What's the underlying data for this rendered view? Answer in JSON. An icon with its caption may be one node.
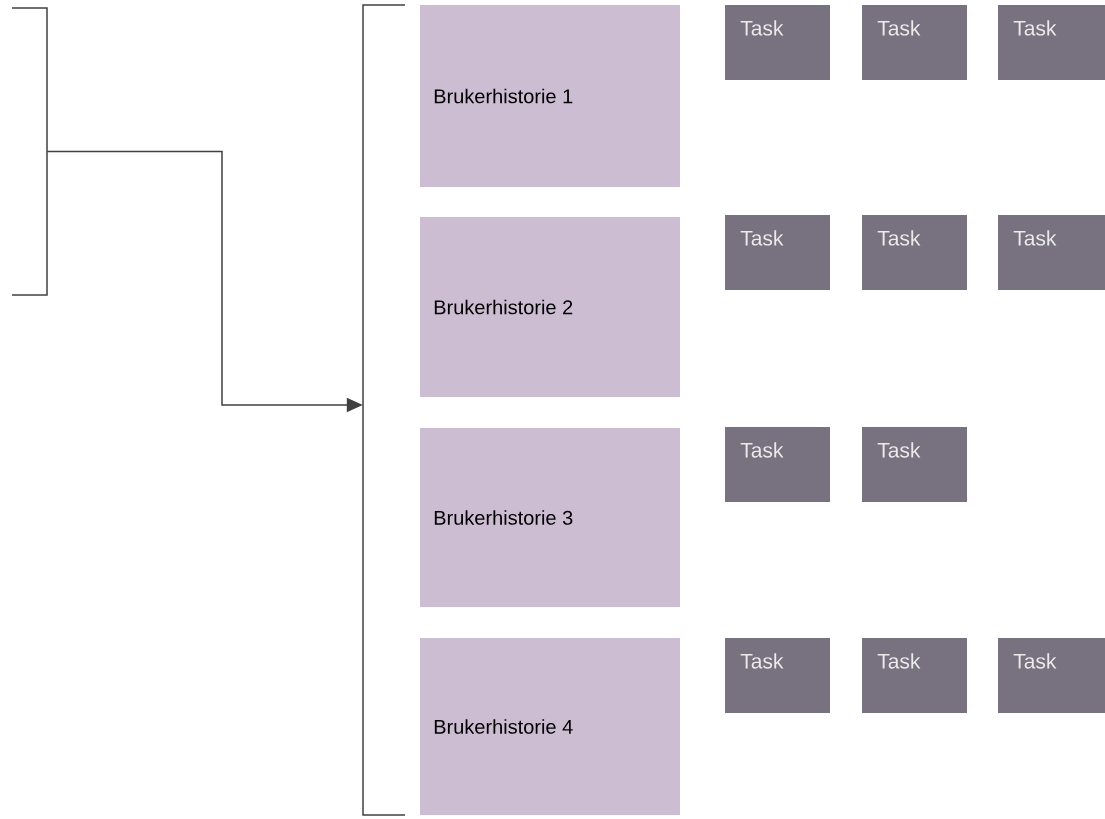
{
  "diagram": {
    "nodes": [
      {
        "text": [],
        "shape": "bracket"
      },
      {
        "text": [],
        "shape": "bracket"
      },
      {
        "text": [
          "Brukerhistorie 1"
        ]
      },
      {
        "text": [
          "Brukerhistorie 2"
        ]
      },
      {
        "text": [
          "Brukerhistorie 3"
        ]
      },
      {
        "text": [
          "Brukerhistorie 4"
        ]
      },
      {
        "text": [
          "Task"
        ]
      },
      {
        "text": [
          "Task"
        ]
      },
      {
        "text": [
          "Task"
        ]
      },
      {
        "text": [
          "Task"
        ]
      },
      {
        "text": [
          "Task"
        ]
      },
      {
        "text": [
          "Task"
        ]
      },
      {
        "text": [
          "Task"
        ]
      },
      {
        "text": [
          "Task"
        ]
      },
      {
        "text": [
          "Task"
        ]
      },
      {
        "text": [
          "Task"
        ]
      },
      {
        "text": [
          "Task"
        ]
      }
    ],
    "edges": [
      {
        "from": 0,
        "to": 1,
        "arrow": "to"
      }
    ]
  }
}
